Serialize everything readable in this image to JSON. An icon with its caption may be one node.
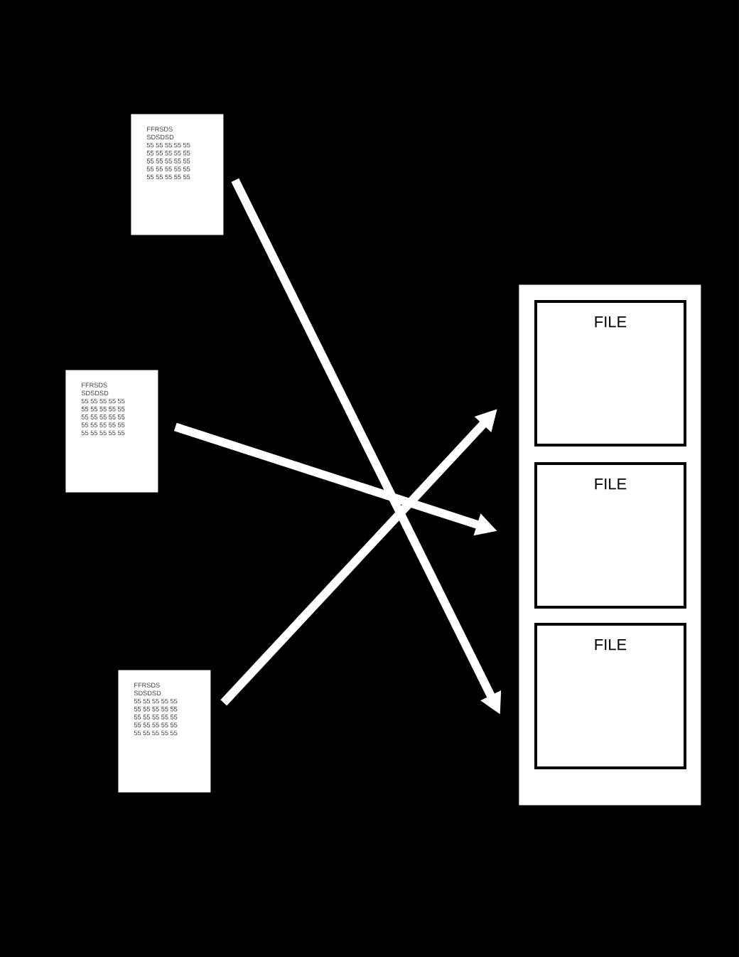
{
  "diagram": {
    "nodes": [
      {
        "text": [
          "FFRSDS",
          "SDSDSD",
          "55 55 55 55 55",
          "55 55 55 55 55",
          "55 55 55 55 55",
          "55 55 55 55 55",
          "55 55 55 55 55"
        ]
      },
      {
        "text": [
          "FFRSDS",
          "SDSDSD",
          "55 55 55 55 55",
          "55 55 55 55 55",
          "55 55 55 55 55",
          "55 55 55 55 55",
          "55 55 55 55 55"
        ]
      },
      {
        "text": [
          "FFRSDS",
          "SDSDSD",
          "55 55 55 55 55",
          "55 55 55 55 55",
          "55 55 55 55 55",
          "55 55 55 55 55",
          "55 55 55 55 55"
        ]
      },
      {
        "text": [],
        "shape": "box"
      },
      {
        "text": [
          "FILE"
        ],
        "in": 3
      },
      {
        "text": [
          "FILE"
        ],
        "in": 3
      },
      {
        "text": [
          "FILE"
        ],
        "in": 3
      }
    ],
    "edges": [
      {
        "from": 0,
        "to": 6,
        "arrow": "to"
      },
      {
        "from": 1,
        "to": 5,
        "arrow": "to"
      },
      {
        "from": 2,
        "to": 4,
        "arrow": "to"
      }
    ]
  }
}
